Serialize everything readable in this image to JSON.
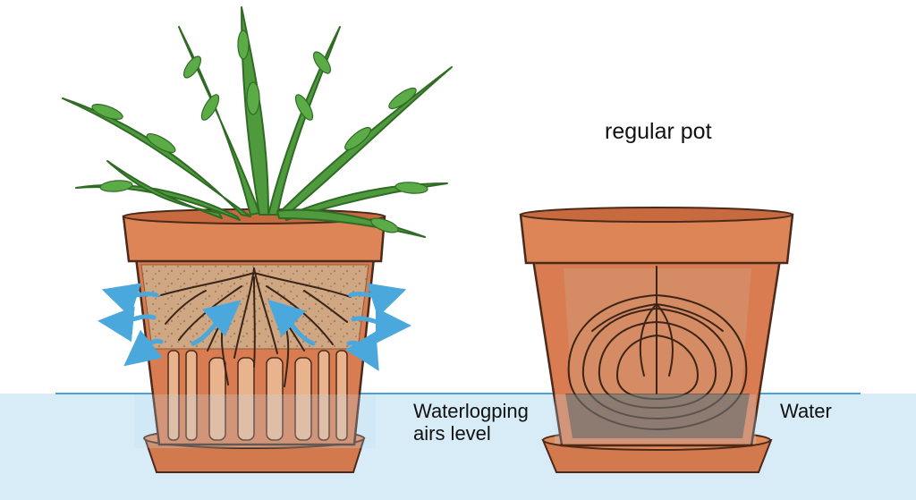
{
  "labels": {
    "right_title": "regular pot",
    "left_caption_line1": "Waterlogping",
    "left_caption_line2": "airs level",
    "water": "Water"
  },
  "colors": {
    "terracotta": "#d97c52",
    "terracotta_dark": "#b9603b",
    "outline": "#4a2a1a",
    "soil": "#cfa883",
    "soil_dark": "#6b5544",
    "roots": "#3b2418",
    "fern": "#4f9a3c",
    "fern_dark": "#2f6b25",
    "water": "#cfe7f4",
    "water_line": "#4aa3d6",
    "airflow_arrow": "#4aa8dc"
  },
  "icons": {
    "airflow": "airflow-arrow-icon",
    "plant": "fern-icon"
  }
}
